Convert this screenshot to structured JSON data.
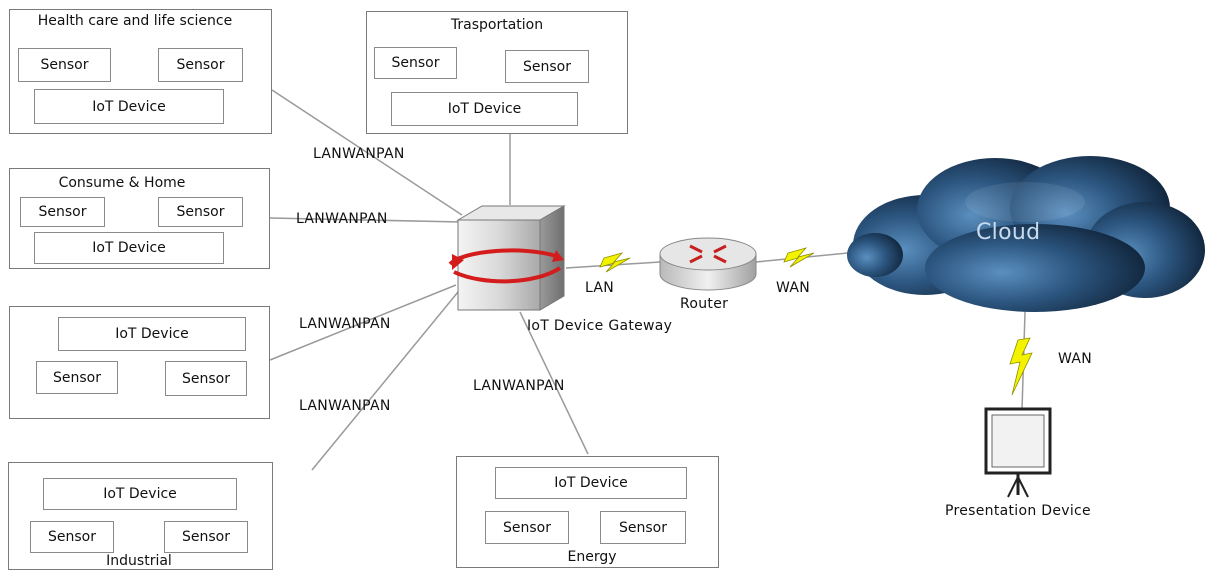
{
  "groups": {
    "health": {
      "title": "Health care and life science",
      "sensor1": "Sensor",
      "sensor2": "Sensor",
      "device": "IoT Device"
    },
    "transport": {
      "title": "Trasportation",
      "sensor1": "Sensor",
      "sensor2": "Sensor",
      "device": "IoT Device"
    },
    "consumer": {
      "title": "Consume & Home",
      "sensor1": "Sensor",
      "sensor2": "Sensor",
      "device": "IoT Device"
    },
    "generic": {
      "device": "IoT Device",
      "sensor1": "Sensor",
      "sensor2": "Sensor"
    },
    "industrial": {
      "title": "Industrial",
      "device": "IoT Device",
      "sensor1": "Sensor",
      "sensor2": "Sensor"
    },
    "energy": {
      "title": "Energy",
      "device": "IoT Device",
      "sensor1": "Sensor",
      "sensor2": "Sensor"
    }
  },
  "links": {
    "health": "LANWANPAN",
    "consumer": "LANWANPAN",
    "generic": "LANWANPAN",
    "industrial": "LANWANPAN",
    "energy": "LANWANPAN",
    "lan": "LAN",
    "wan_router": "WAN",
    "wan_cloud": "WAN"
  },
  "nodes": {
    "gateway": "IoT Device Gateway",
    "router": "Router",
    "cloud": "Cloud",
    "presentation": "Presentation Device"
  },
  "colors": {
    "line": "#9a9a9a",
    "lightning": "#f3f300",
    "cloud_dark": "#0e1f33",
    "cloud_mid": "#3d6f9e",
    "gateway_arrow": "#d41c1c"
  }
}
